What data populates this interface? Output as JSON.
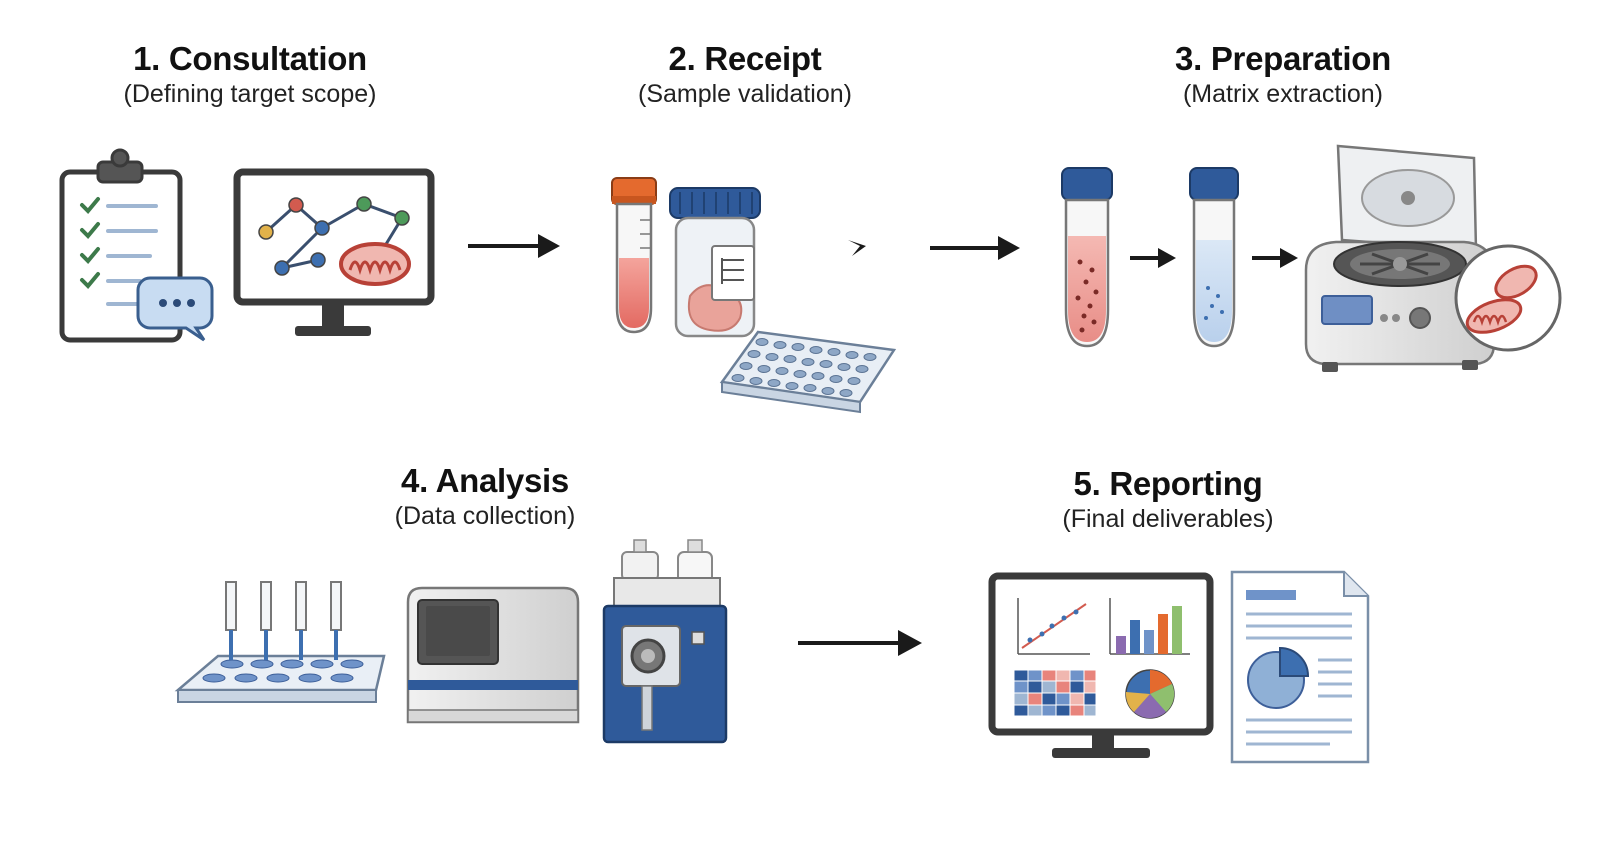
{
  "steps": [
    {
      "title": "1. Consultation",
      "subtitle": "(Defining target scope)"
    },
    {
      "title": "2. Receipt",
      "subtitle": "(Sample validation)"
    },
    {
      "title": "3. Preparation",
      "subtitle": "(Matrix extraction)"
    },
    {
      "title": "4. Analysis",
      "subtitle": "(Data collection)"
    },
    {
      "title": "5. Reporting",
      "subtitle": "(Final deliverables)"
    }
  ],
  "icons": {
    "step1": [
      "clipboard-checklist-icon",
      "speech-bubble-icon",
      "monitor-network-icon",
      "mitochondrion-icon"
    ],
    "step2": [
      "sample-tube-icon",
      "specimen-jar-icon",
      "well-plate-icon"
    ],
    "step3": [
      "particle-tube-icon",
      "clear-tube-icon",
      "centrifuge-icon",
      "mitochondria-zoom-icon"
    ],
    "step4": [
      "pipette-plate-icon",
      "analyzer-instrument-icon",
      "mass-spectrometer-icon"
    ],
    "step5": [
      "report-monitor-icon",
      "report-document-icon"
    ]
  },
  "colors": {
    "ink": "#3a3a3a",
    "accent_blue": "#2f5a9a",
    "sample_red": "#e8847c",
    "cap_orange": "#e46a2e",
    "check_green": "#3d7a4a"
  }
}
